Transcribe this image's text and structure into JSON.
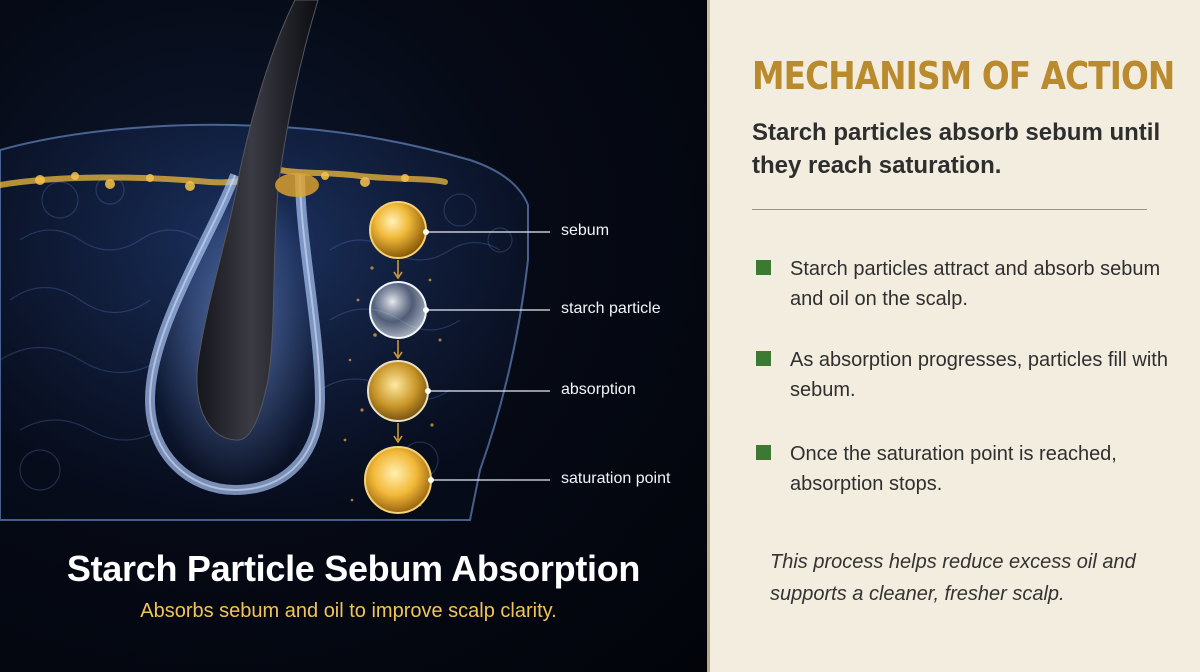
{
  "diagram": {
    "title": "Starch Particle Sebum Absorption",
    "subtitle": "Absorbs sebum and oil to improve scalp clarity.",
    "callouts": [
      "sebum",
      "starch particle",
      "absorption",
      "saturation point"
    ]
  },
  "panel": {
    "title": "MECHANISM OF ACTION",
    "lead": "Starch particles absorb sebum until they reach saturation.",
    "bullets": [
      "Starch particles attract and absorb sebum and oil on the scalp.",
      "As absorption progresses, particles fill with sebum.",
      "Once the saturation point is reached, absorption stops."
    ],
    "note": "This process helps reduce excess oil and supports a cleaner, fresher scalp."
  },
  "colors": {
    "title_gold": "#b98a2e",
    "subtitle_gold": "#f2c457",
    "bullet_green": "#3c7a34",
    "panel_bg": "#f3ede0",
    "skin_blue": "#6f95d8",
    "sebum_gold": "#f0b93a"
  }
}
